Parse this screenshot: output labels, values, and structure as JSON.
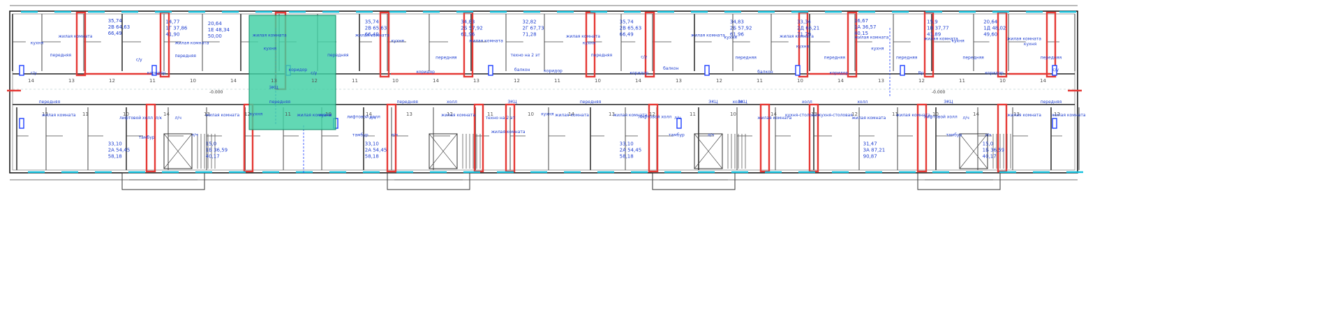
{
  "plan": {
    "highlight_apartment": "1Е",
    "axis_numbers": [
      "14",
      "13",
      "12",
      "11",
      "10"
    ],
    "level_marks": [
      "-0.000",
      "-0.000"
    ],
    "apartments": [
      {
        "lines": [
          "35,74",
          "2В  64,63",
          "66,49"
        ]
      },
      {
        "lines": [
          "14,77",
          "1Г  37,86",
          "41,90"
        ]
      },
      {
        "lines": [
          "20,64",
          "1Е  48,34",
          "50,00"
        ]
      },
      {
        "lines": [
          "35,74",
          "2В  65,63",
          "66,49"
        ]
      },
      {
        "lines": [
          "34,83",
          "2Б  57,92",
          "61,96"
        ]
      },
      {
        "lines": [
          "32,82",
          "2Г  67,73",
          "71,28"
        ]
      },
      {
        "lines": [
          "35,74",
          "2В  65,63",
          "66,49"
        ]
      },
      {
        "lines": [
          "34,83",
          "2Б  57,92",
          "61,96"
        ]
      },
      {
        "lines": [
          "33,34",
          "2Д  66,21",
          "71,79"
        ]
      },
      {
        "lines": [
          "16,67",
          "1А  36,57",
          "40,15"
        ]
      },
      {
        "lines": [
          "15,9",
          "1В  37,77",
          "41,89"
        ]
      },
      {
        "lines": [
          "20,64",
          "1Д  48,02",
          "49,60"
        ]
      },
      {
        "lines": [
          "33,10",
          "2А  54,45",
          "58,18"
        ]
      },
      {
        "lines": [
          "15,0",
          "1Б  36,59",
          "40,17"
        ]
      },
      {
        "lines": [
          "33,10",
          "2А  54,45",
          "58,18"
        ]
      },
      {
        "lines": [
          "33,10",
          "2А  54,45",
          "58,18"
        ]
      },
      {
        "lines": [
          "31,47",
          "3А  87,21",
          "90,87"
        ]
      },
      {
        "lines": [
          "15,0",
          "1Б  36,59",
          "40,17"
        ]
      }
    ],
    "rooms": [
      "кухня",
      "жилая комната",
      "передняя",
      "с/у",
      "коридор",
      "лифтовой холл",
      "тамбур",
      "л/ч",
      "л/к",
      "ЭКЦ",
      "балкон",
      "кухня-столовая",
      "холл",
      "техно на 2 эт",
      "Вр"
    ]
  }
}
